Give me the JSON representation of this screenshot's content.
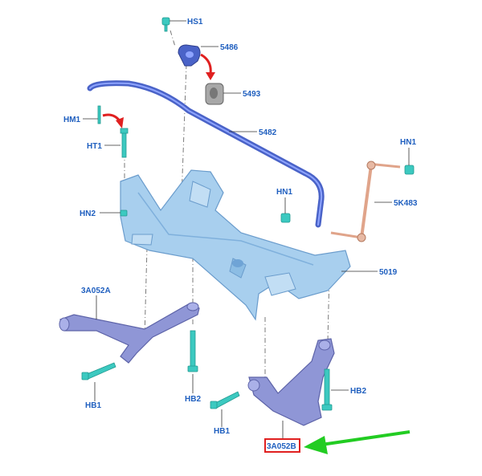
{
  "labels": {
    "hs1": "HS1",
    "p5486": "5486",
    "p5493": "5493",
    "p5482": "5482",
    "hm1": "HM1",
    "ht1": "HT1",
    "hn1_top": "HN1",
    "hn1_mid": "HN1",
    "hn2": "HN2",
    "p5k483": "5K483",
    "p5019": "5019",
    "p3a052a": "3A052A",
    "hb2_left": "HB2",
    "hb2_right": "HB2",
    "hb1_left": "HB1",
    "hb1_right": "HB1",
    "p3a052b": "3A052B"
  },
  "colors": {
    "label_text": "#1f5fbf",
    "leader_line": "#333333",
    "subframe": "#a8cfee",
    "control_arm": "#8f96d6",
    "stabilizer_bar": "#4a63c8",
    "bolt": "#3cc9c0",
    "link": "#e0a48a",
    "bushing": "#a8a8a8",
    "red_arrow": "#e02020",
    "highlight_box": "#e02020",
    "green_arrow": "#22cc22"
  }
}
